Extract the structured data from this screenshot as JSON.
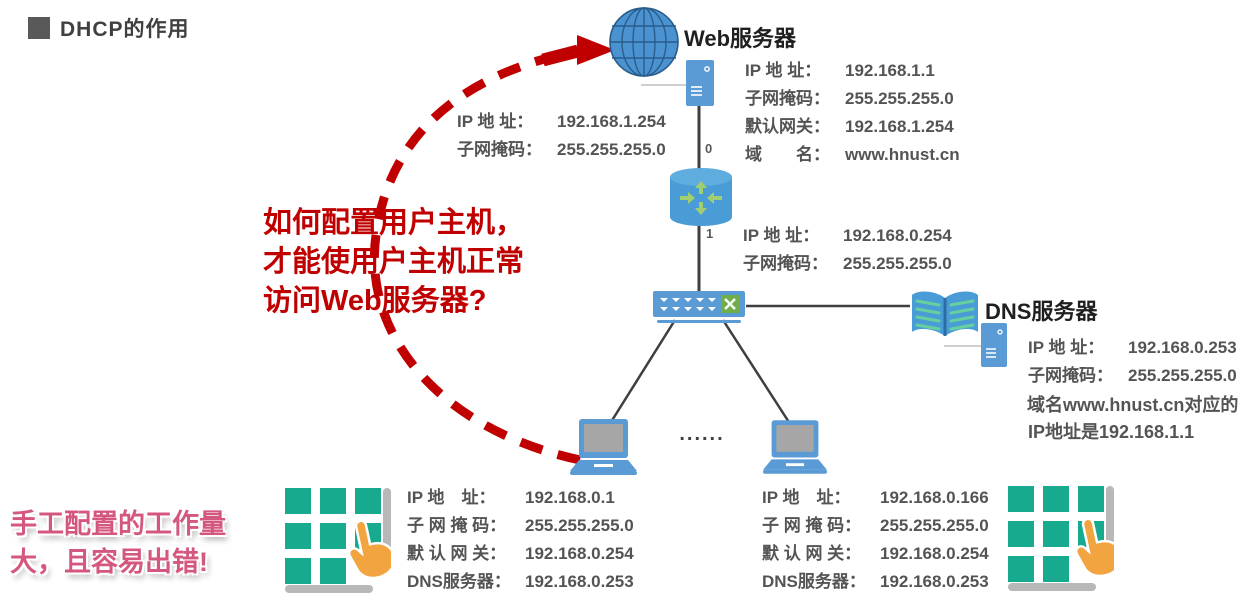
{
  "colors": {
    "accent_red": "#C00000",
    "accent_pink": "#D4587E",
    "device_blue": "#5B9BD5",
    "router_blue": "#4A9CD6",
    "switch_green": "#70AD47",
    "keypad_teal": "#17AA8F",
    "hand_orange": "#F2A441",
    "text_gray": "#545454"
  },
  "icons": [
    "globe-icon",
    "server-tower-icon",
    "router-icon",
    "switch-icon",
    "open-book-icon",
    "laptop-icon",
    "keypad-icon",
    "pointing-hand-icon",
    "dashed-arrow"
  ],
  "header": {
    "title": "DHCP的作用"
  },
  "question": {
    "line1": "如何配置用户主机，",
    "line2": "才能使用户主机正常",
    "line3": "访问Web服务器?"
  },
  "manual_note": {
    "line1": "手工配置的工作量",
    "line2": "大，且容易出错!"
  },
  "web_server": {
    "name": "Web服务器",
    "rows": [
      {
        "label": "IP 地  址：",
        "value": "192.168.1.1"
      },
      {
        "label": "子网掩码：",
        "value": "255.255.255.0"
      },
      {
        "label": "默认网关：",
        "value": "192.168.1.254"
      },
      {
        "label": "域　　名：",
        "value": "www.hnust.cn"
      }
    ]
  },
  "router": {
    "if0_label": "0",
    "if1_label": "1",
    "if0_rows": [
      {
        "label": "IP 地  址：",
        "value": "192.168.1.254"
      },
      {
        "label": "子网掩码：",
        "value": "255.255.255.0"
      }
    ],
    "if1_rows": [
      {
        "label": "IP 地  址：",
        "value": "192.168.0.254"
      },
      {
        "label": "子网掩码：",
        "value": "255.255.255.0"
      }
    ]
  },
  "dns_server": {
    "name": "DNS服务器",
    "rows": [
      {
        "label": "IP 地  址：",
        "value": "192.168.0.253"
      },
      {
        "label": "子网掩码：",
        "value": "255.255.255.0"
      }
    ],
    "note_line1": "域名www.hnust.cn对应的",
    "note_line2": "IP地址是192.168.1.1"
  },
  "hosts": {
    "ellipsis": "......",
    "left_rows": [
      {
        "label": "IP 地　址：",
        "value": "192.168.0.1"
      },
      {
        "label": "子 网 掩 码：",
        "value": "255.255.255.0"
      },
      {
        "label": "默 认 网 关：",
        "value": "192.168.0.254"
      },
      {
        "label": "DNS服务器：",
        "value": "192.168.0.253"
      }
    ],
    "right_rows": [
      {
        "label": "IP 地　址：",
        "value": "192.168.0.166"
      },
      {
        "label": "子 网 掩 码：",
        "value": "255.255.255.0"
      },
      {
        "label": "默 认 网 关：",
        "value": "192.168.0.254"
      },
      {
        "label": "DNS服务器：",
        "value": "192.168.0.253"
      }
    ]
  }
}
